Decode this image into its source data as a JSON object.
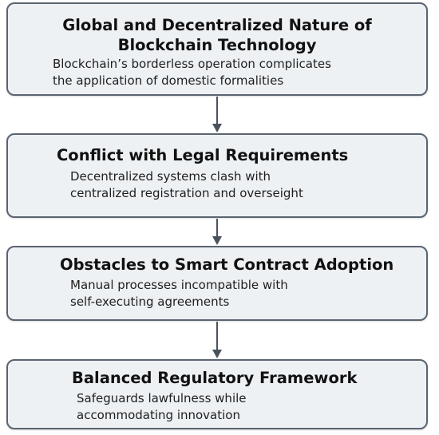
{
  "steps": [
    {
      "title_line1": "Global and Decentralized Nature of",
      "title_line2": "Blockchain Technology",
      "desc_line1": "Blockchain’s borderless operation complicates",
      "desc_line2": "the application of domestic formalities"
    },
    {
      "title_line1": "Conflict with Legal Requirements",
      "desc_line1": "Decentralized systems clash with",
      "desc_line2": "centralized registration and overseight"
    },
    {
      "title_line1": "Obstacles to Smart Contract Adoption",
      "desc_line1": "Manual processes incompatible with",
      "desc_line2": "self-executing agreements"
    },
    {
      "title_line1": "Balanced Regulatory Framework",
      "desc_line1": "Safeguards lawfulness while",
      "desc_line2": "accommodating innovation"
    }
  ],
  "colors": {
    "box_fill": "#eef1f4",
    "box_border": "#5a6470",
    "arrow": "#4a525c",
    "text": "#111111"
  }
}
